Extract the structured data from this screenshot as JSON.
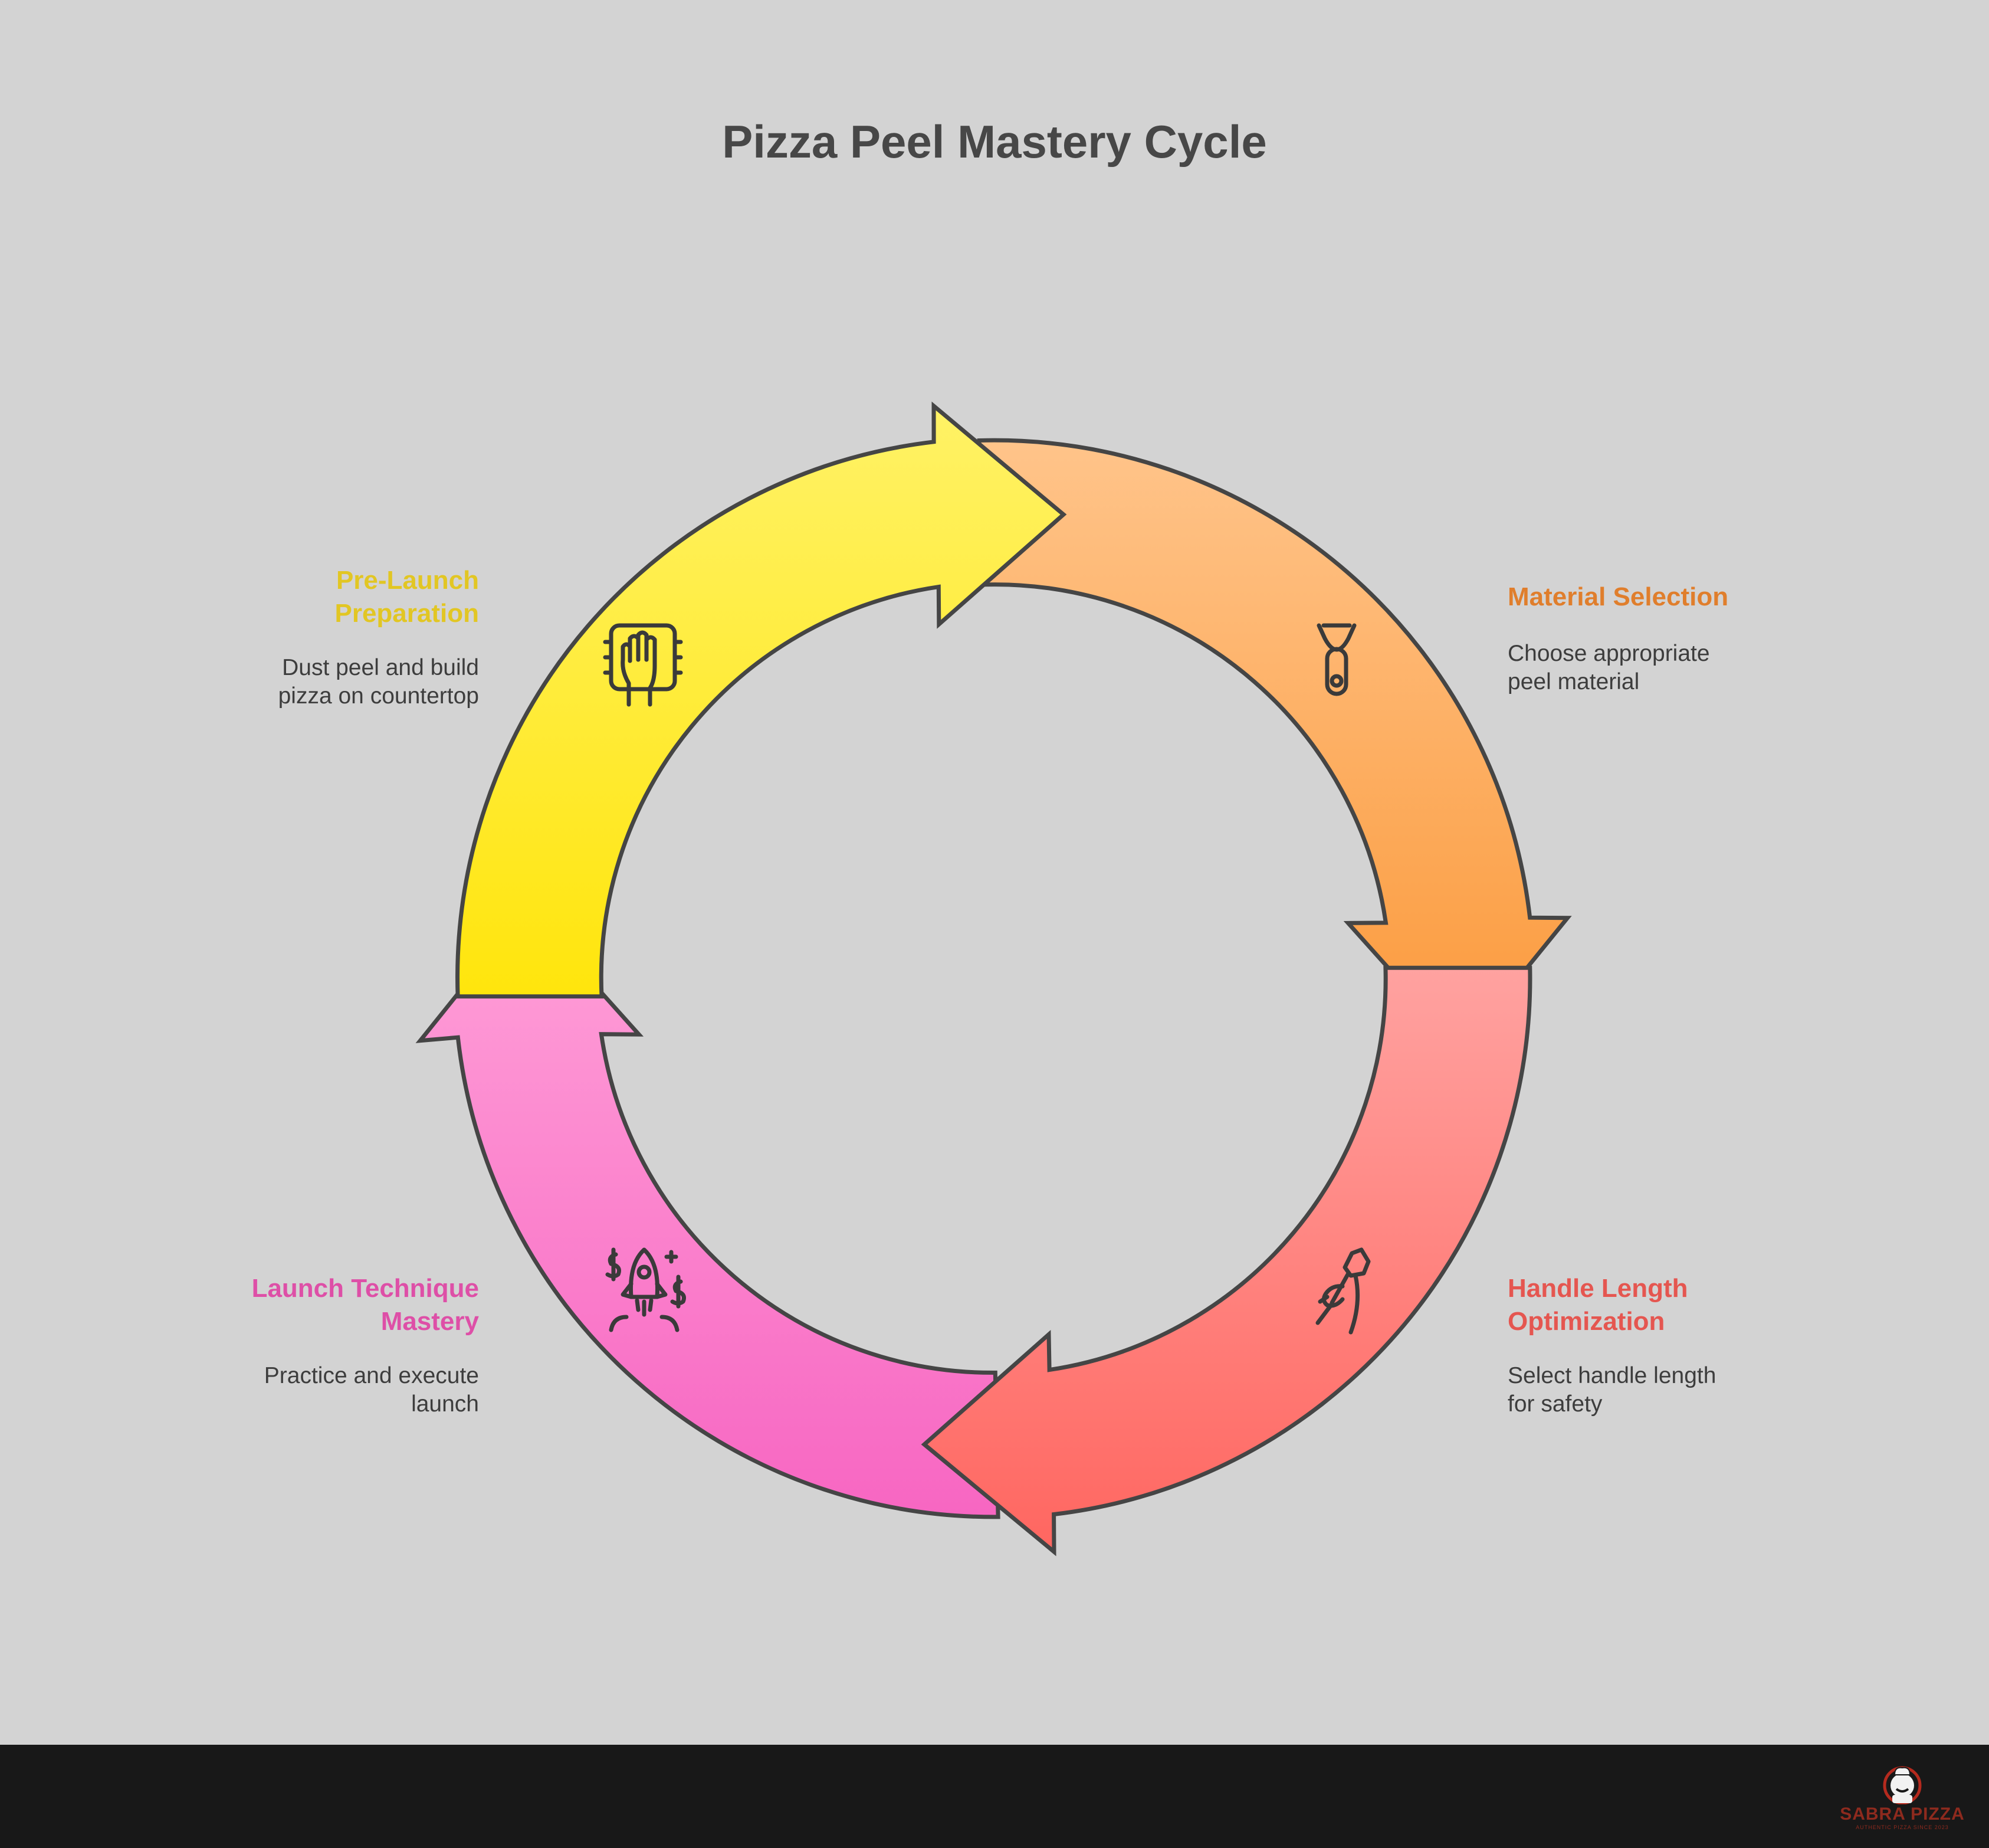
{
  "title": "Pizza Peel Mastery Cycle",
  "stages": [
    {
      "title": "Material Selection",
      "description": "Choose appropriate\npeel material",
      "color": "#e07e2c",
      "fill_top": "#ffc48a",
      "fill_bottom": "#fb9a3c",
      "icon": "peeler-icon"
    },
    {
      "title": "Handle Length\nOptimization",
      "description": "Select handle length\nfor safety",
      "color": "#e55650",
      "fill_top": "#ffa2a0",
      "fill_bottom": "#ff6660",
      "icon": "hand-holding-tool-icon"
    },
    {
      "title": "Launch Technique\nMastery",
      "description": "Practice and execute\nlaunch",
      "color": "#de4fa7",
      "fill_top": "#ffa0d8",
      "fill_bottom": "#f766c2",
      "icon": "rocket-money-icon"
    },
    {
      "title": "Pre-Launch\nPreparation",
      "description": "Dust peel and build\npizza on countertop",
      "color": "#e2c623",
      "fill_top": "#fff266",
      "fill_bottom": "#ffe50c",
      "icon": "hand-on-chip-icon"
    }
  ],
  "footer": {
    "brand_name": "SABRA PIZZA",
    "brand_tagline": "AUTHENTIC PIZZA SINCE 2023"
  }
}
